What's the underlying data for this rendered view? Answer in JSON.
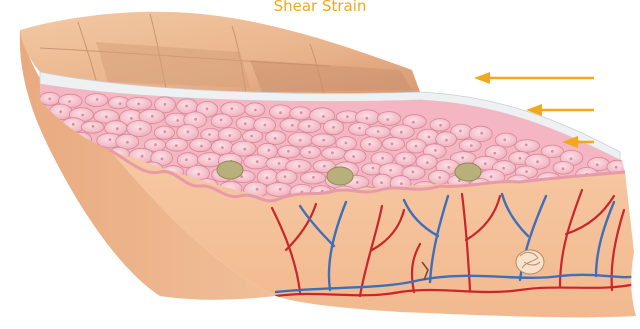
{
  "diagram": {
    "title": "Shear Strain",
    "arrow_color": "#f0a81c",
    "skin_block": {
      "layers": [
        "surface",
        "epidermis",
        "dermis",
        "subcutaneous"
      ],
      "icon": "skin-cross-section-illustration"
    },
    "arrows": [
      {
        "name": "shear-arrow-long"
      },
      {
        "name": "shear-arrow-medium"
      },
      {
        "name": "shear-arrow-short"
      }
    ]
  }
}
